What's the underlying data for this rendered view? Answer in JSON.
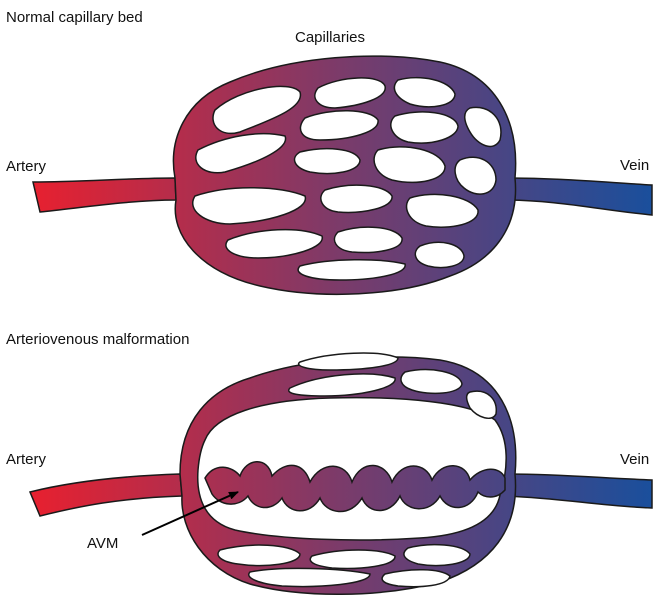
{
  "normal": {
    "title": "Normal capillary bed",
    "capillaries_label": "Capillaries",
    "artery_label": "Artery",
    "vein_label": "Vein"
  },
  "avm": {
    "title": "Arteriovenous malformation",
    "artery_label": "Artery",
    "vein_label": "Vein",
    "avm_label": "AVM"
  },
  "colors": {
    "artery": "#e8202f",
    "mid": "#7b3b6a",
    "vein": "#1a4f9c",
    "outline": "#1a1a1a"
  }
}
